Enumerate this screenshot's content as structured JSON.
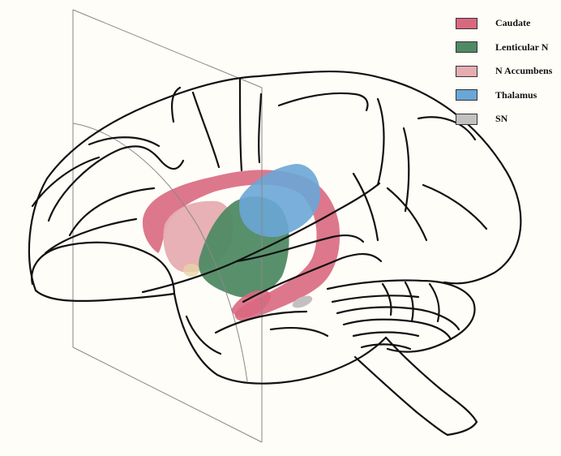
{
  "legend": {
    "items": [
      {
        "key": "caudate",
        "label": "Caudate",
        "color": "#d9687f"
      },
      {
        "key": "lenticular",
        "label": "Lenticular N",
        "color": "#4f8a64"
      },
      {
        "key": "accumbens",
        "label": "N Accumbens",
        "color": "#e6adb1"
      },
      {
        "key": "thalamus",
        "label": "Thalamus",
        "color": "#6aa6d6"
      },
      {
        "key": "sn",
        "label": "SN",
        "color": "#c4c0c2"
      }
    ]
  },
  "structures": {
    "outline_color": "#111111",
    "plane_color": "#888888"
  }
}
